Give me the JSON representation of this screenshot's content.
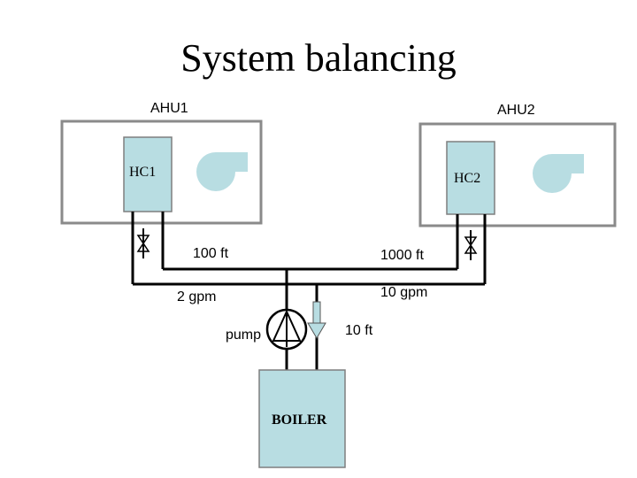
{
  "title": "System balancing",
  "units": {
    "ahu1": "AHU1",
    "ahu2": "AHU2",
    "hc1": "HC1",
    "hc2": "HC2",
    "boiler": "BOILER",
    "pump": "pump"
  },
  "annotations": {
    "pipe_left_length": "100 ft",
    "pipe_right_length": "1000 ft",
    "flow_left": "2 gpm",
    "flow_right": "10 gpm",
    "riser_length": "10 ft"
  },
  "colors": {
    "unit_fill": "#b8dde2",
    "unit_border": "#7f7f7f",
    "pipe": "#000000"
  }
}
